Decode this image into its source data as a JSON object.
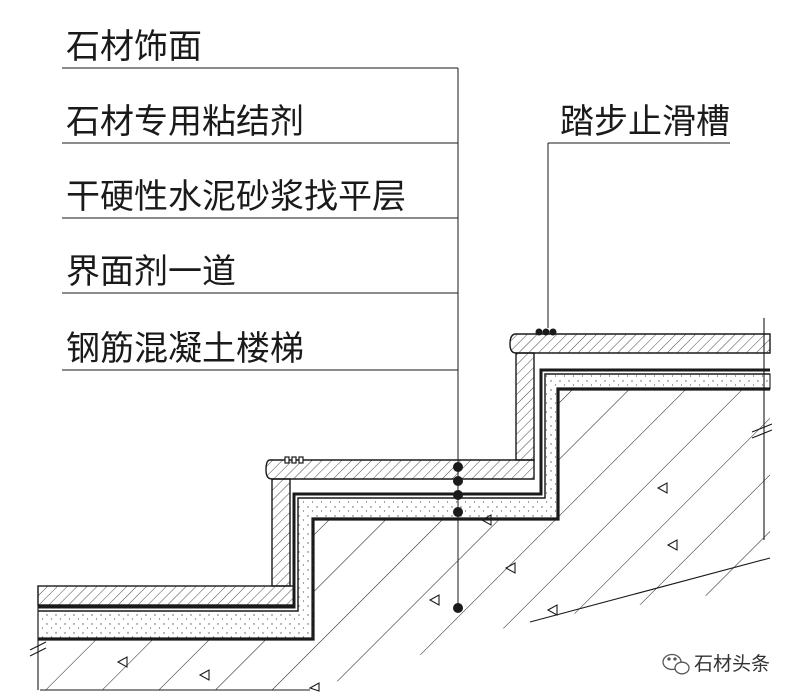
{
  "labels": {
    "layer1": "石材饰面",
    "layer2": "石材专用粘结剂",
    "layer3": "干硬性水泥砂浆找平层",
    "layer4": "界面剂一道",
    "layer5": "钢筋混凝土楼梯",
    "groove": "踏步止滑槽"
  },
  "watermark": {
    "icon": "wechat-icon",
    "text": "石材头条"
  },
  "colors": {
    "line": "#1a1a1a",
    "stone_fill": "#ececec",
    "mortar_fill": "#f4f4f4",
    "background": "#ffffff"
  }
}
